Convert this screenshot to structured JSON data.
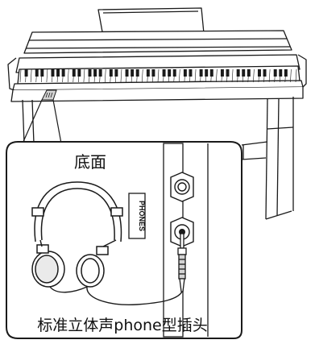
{
  "labels": {
    "bottom_panel": "底面",
    "phones_jack": "PHONES",
    "plug_caption": "标准立体声phone型插头"
  },
  "colors": {
    "line": "#1a1a1a",
    "panel_gray": "#d4d4d4",
    "background": "#ffffff"
  },
  "icons": [
    "piano-illustration",
    "headphones-illustration",
    "phone-jack",
    "phone-plug"
  ]
}
